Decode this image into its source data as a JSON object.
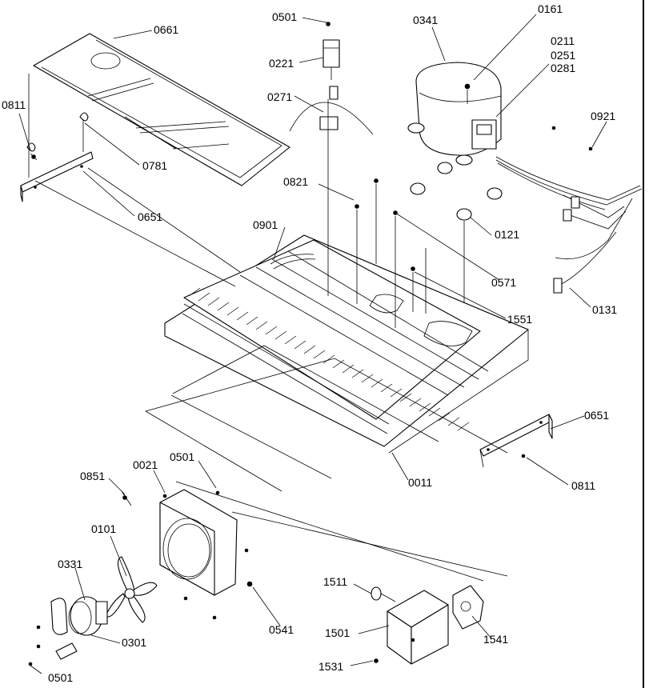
{
  "diagram": {
    "colors": {
      "line": "#000000",
      "background": "#ffffff"
    },
    "callouts": [
      {
        "id": "c0501a",
        "label": "0501"
      },
      {
        "id": "c0221",
        "label": "0221"
      },
      {
        "id": "c0271",
        "label": "0271"
      },
      {
        "id": "c0341",
        "label": "0341"
      },
      {
        "id": "c0161",
        "label": "0161"
      },
      {
        "id": "c0211",
        "label": "0211"
      },
      {
        "id": "c0251",
        "label": "0251"
      },
      {
        "id": "c0281",
        "label": "0281"
      },
      {
        "id": "c0921",
        "label": "0921"
      },
      {
        "id": "c0661",
        "label": "0661"
      },
      {
        "id": "c0811a",
        "label": "0811"
      },
      {
        "id": "c0781",
        "label": "0781"
      },
      {
        "id": "c0651a",
        "label": "0651"
      },
      {
        "id": "c0821",
        "label": "0821"
      },
      {
        "id": "c0901",
        "label": "0901"
      },
      {
        "id": "c0121",
        "label": "0121"
      },
      {
        "id": "c0571",
        "label": "0571"
      },
      {
        "id": "c0131",
        "label": "0131"
      },
      {
        "id": "c1551",
        "label": "1551"
      },
      {
        "id": "c0651b",
        "label": "0651"
      },
      {
        "id": "c0811b",
        "label": "0811"
      },
      {
        "id": "c0011",
        "label": "0011"
      },
      {
        "id": "c0021",
        "label": "0021"
      },
      {
        "id": "c0501b",
        "label": "0501"
      },
      {
        "id": "c0851",
        "label": "0851"
      },
      {
        "id": "c0101",
        "label": "0101"
      },
      {
        "id": "c0331",
        "label": "0331"
      },
      {
        "id": "c0301",
        "label": "0301"
      },
      {
        "id": "c0501c",
        "label": "0501"
      },
      {
        "id": "c0541",
        "label": "0541"
      },
      {
        "id": "c1511",
        "label": "1511"
      },
      {
        "id": "c1501",
        "label": "1501"
      },
      {
        "id": "c1541",
        "label": "1541"
      },
      {
        "id": "c1531",
        "label": "1531"
      }
    ]
  }
}
